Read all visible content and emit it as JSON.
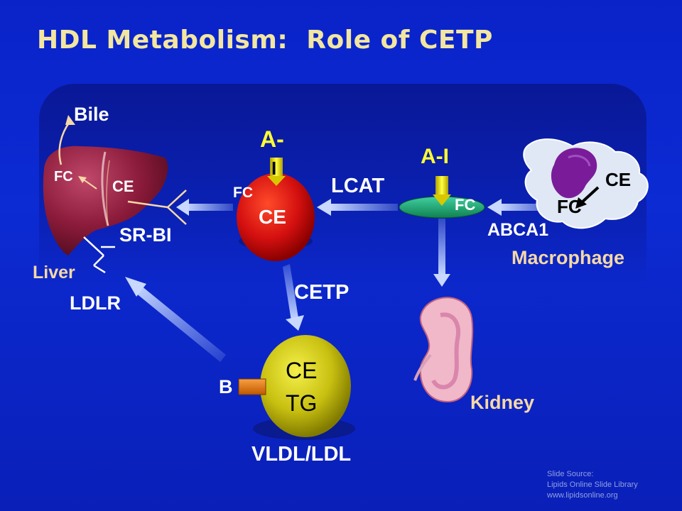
{
  "slide": {
    "title": "HDL Metabolism:  Role of CETP"
  },
  "labels": {
    "bile": "Bile",
    "liver_fc": "FC",
    "liver_ce": "CE",
    "liver": "Liver",
    "sr_bi": "SR-BI",
    "ldlr": "LDLR",
    "apoai_top": "A-",
    "apoai_bottom": "I",
    "hdl_fc": "FC",
    "hdl_ce": "CE",
    "lcat": "LCAT",
    "preb_apoai": "A-I",
    "preb_fc": "FC",
    "abca1": "ABCA1",
    "mac_ce": "CE",
    "mac_fc": "FC",
    "macrophage": "Macrophage",
    "cetp": "CETP",
    "apob": "B",
    "ldl_ce": "CE",
    "ldl_tg": "TG",
    "vldl_ldl": "VLDL/LDL",
    "kidney": "Kidney"
  },
  "source": {
    "line1": "Slide Source:",
    "line2": "Lipids Online Slide Library",
    "line3": "www.lipidsonline.org"
  },
  "colors": {
    "background": "#0b22c4",
    "title": "#f2e6a0",
    "liver": "#8a1a3a",
    "hdl": "#d01010",
    "ldl": "#c8c010",
    "apob": "#e07010",
    "preb": "#20a070",
    "arrow": "#a8c4ff"
  }
}
